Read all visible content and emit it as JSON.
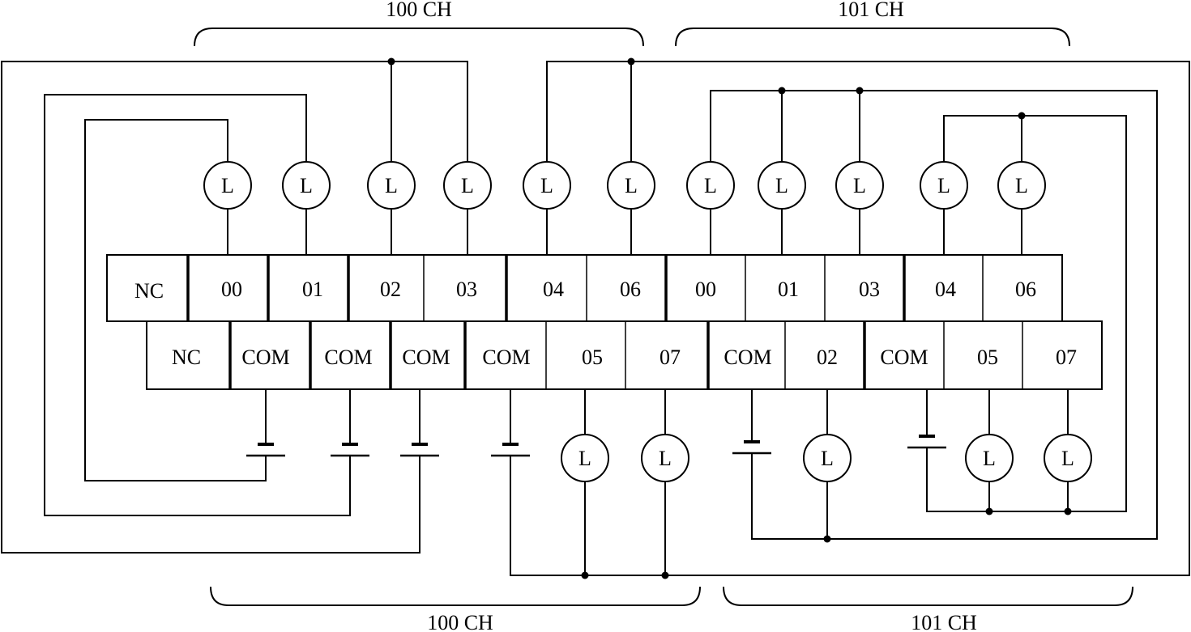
{
  "channel_labels": {
    "top_left": "100  CH",
    "top_right": "101  CH",
    "bottom_left": "100  CH",
    "bottom_right": "101  CH"
  },
  "terminal_block": {
    "top_row": [
      "NC",
      "00",
      "01",
      "02",
      "03",
      "04",
      "06",
      "00",
      "01",
      "03",
      "04",
      "06"
    ],
    "bottom_row": [
      "NC",
      "COM",
      "COM",
      "COM",
      "COM",
      "05",
      "07",
      "COM",
      "02",
      "COM",
      "05",
      "07"
    ]
  },
  "lamp_label": "L",
  "top_lamp_count": 11,
  "bottom_lamp_count": 5,
  "battery_count": 6
}
